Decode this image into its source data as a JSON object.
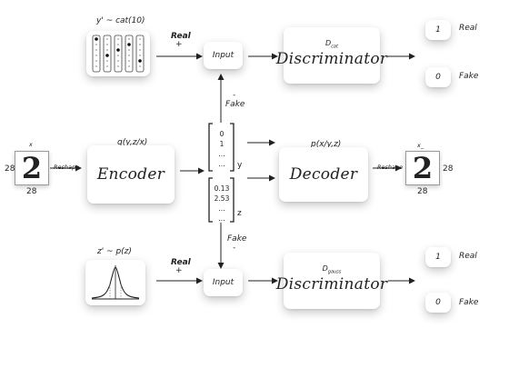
{
  "cat_prior": {
    "label": "y' ~ cat(10)"
  },
  "gauss_prior": {
    "label": "z' ~ p(z)"
  },
  "top": {
    "real_label": "Real",
    "plus": "+",
    "input_label": "Input",
    "disc_sub": "D",
    "disc_sub_idx": "cat",
    "disc_label": "Discriminator",
    "out1_value": "1",
    "out1_label": "Real",
    "out0_value": "0",
    "out0_label": "Fake"
  },
  "bottom": {
    "real_label": "Real",
    "plus": "+",
    "input_label": "Input",
    "disc_sub": "D",
    "disc_sub_idx": "gauss",
    "disc_label": "Discriminator",
    "out1_value": "1",
    "out1_label": "Real",
    "out0_value": "0",
    "out0_label": "Fake"
  },
  "fake_top": {
    "minus": "-",
    "label": "Fake"
  },
  "fake_bottom": {
    "label": "Fake",
    "minus": "-"
  },
  "input_image": {
    "title": "x",
    "digit": "2",
    "size_left": "28",
    "size_bottom": "28",
    "reshape": "Reshape"
  },
  "encoder": {
    "title": "q(y,z/x)",
    "label": "Encoder"
  },
  "y_vector": {
    "values": [
      "0",
      "1",
      "...",
      "..."
    ],
    "name": "y"
  },
  "z_vector": {
    "values": [
      "0.13",
      "2.53",
      "...",
      "..."
    ],
    "name": "z"
  },
  "decoder": {
    "title": "p(x/y,z)",
    "label": "Decoder"
  },
  "output_image": {
    "title": "x_",
    "digit": "2",
    "size_right": "28",
    "size_bottom": "28",
    "reshape": "Reshape"
  }
}
